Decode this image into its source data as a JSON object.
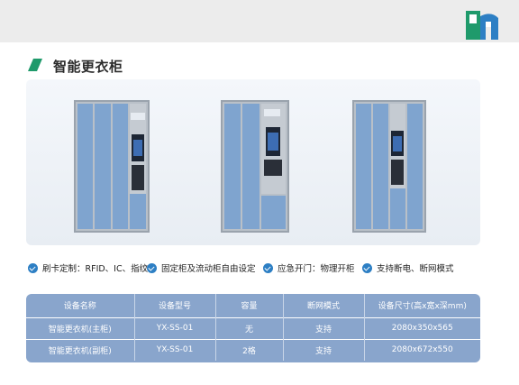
{
  "header": {
    "logo_icon": "company-logo"
  },
  "page": {
    "title": "智能更衣柜"
  },
  "features": [
    {
      "label": "刷卡定制：RFID、IC、指纹"
    },
    {
      "label": "固定柜及流动柜自由设定"
    },
    {
      "label": "应急开门：物理开柜"
    },
    {
      "label": "支持断电、断网模式"
    }
  ],
  "table": {
    "headers": [
      "设备名称",
      "设备型号",
      "容量",
      "断网模式",
      "设备尺寸(高x宽x深mm)"
    ],
    "rows": [
      [
        "智能更衣机(主柜)",
        "YX-SS-01",
        "无",
        "支持",
        "2080x350x565"
      ],
      [
        "智能更衣机(副柜)",
        "YX-SS-01",
        "2格",
        "支持",
        "2080x672x550"
      ]
    ]
  },
  "colors": {
    "accent_green": "#1f9a6b",
    "accent_blue": "#2d7fc4",
    "table_bg": "#89a5cc",
    "door_blue": "#7ea3cf"
  }
}
